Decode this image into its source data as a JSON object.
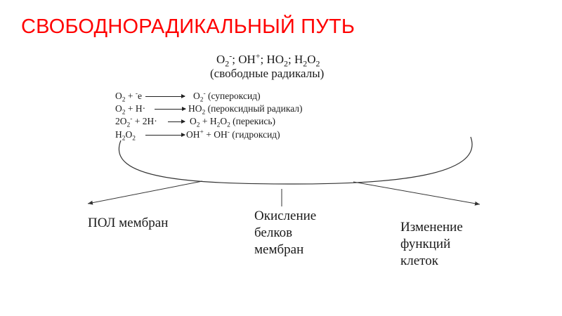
{
  "slide": {
    "title": "СВОБОДНОРАДИКАЛЬНЫЙ ПУТЬ",
    "title_color": "#ff0000",
    "formula": {
      "o2": "O",
      "o2_sub": "2",
      "o2_sup": "-",
      "sep1": "; ",
      "oh": "OH",
      "oh_sup": "+",
      "sep2": "; ",
      "ho2": "HO",
      "ho2_sub": "2",
      "sep3": "; ",
      "h2o2_h": "H",
      "h2o2_h_sub": "2",
      "h2o2_o": "O",
      "h2o2_o_sub": "2"
    },
    "formula_caption": "(свободные радикалы)",
    "reactions": [
      {
        "lhs": [
          [
            "O",
            "2",
            ""
          ],
          [
            " + ",
            "",
            "-"
          ],
          [
            "e",
            "",
            ""
          ]
        ],
        "rhs": [
          [
            "O",
            "2",
            "-"
          ]
        ],
        "label": "(супероксид)"
      },
      {
        "lhs": [
          [
            "O",
            "2",
            ""
          ],
          [
            " + H·",
            "",
            ""
          ]
        ],
        "rhs": [
          [
            "HO",
            "2",
            ""
          ]
        ],
        "label": "(пероксидный радикал)"
      },
      {
        "lhs": [
          [
            "2O",
            "2",
            "-"
          ],
          [
            " + 2H·",
            "",
            ""
          ]
        ],
        "rhs": [
          [
            "O",
            "2",
            ""
          ],
          [
            " + H",
            "2",
            ""
          ],
          [
            "O",
            "2",
            ""
          ]
        ],
        "label": "(перекись)"
      },
      {
        "lhs": [
          [
            "H",
            "2",
            ""
          ],
          [
            "O",
            "2",
            ""
          ]
        ],
        "rhs": [
          [
            "OH",
            "",
            "+"
          ],
          [
            " + OH",
            "",
            "-"
          ]
        ],
        "label": "(гидроксид)"
      }
    ],
    "outcomes": {
      "left": [
        "ПОЛ мембран"
      ],
      "center": [
        "Окисление",
        "белков",
        "мембран"
      ],
      "right": [
        "Изменение",
        "функций",
        "клеток"
      ]
    }
  }
}
